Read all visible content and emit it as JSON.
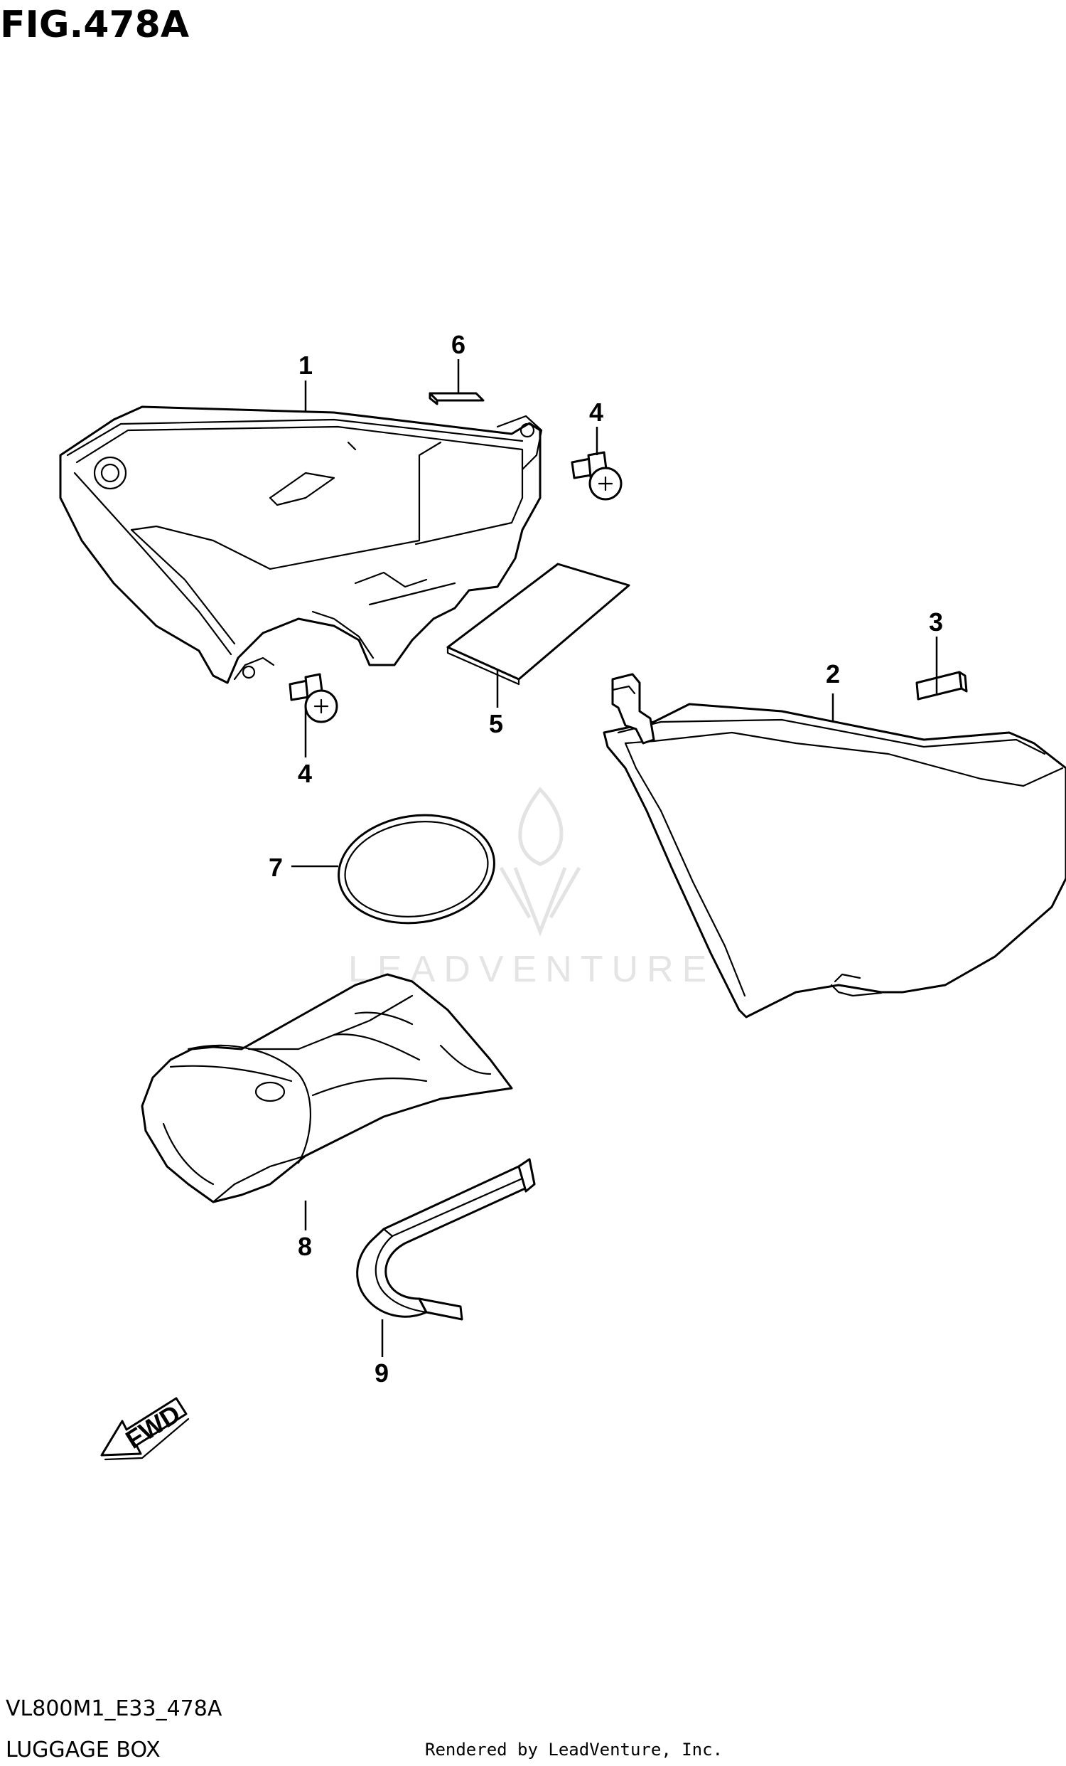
{
  "figure": {
    "title": "FIG.478A",
    "code": "VL800M1_E33_478A",
    "name": "LUGGAGE BOX",
    "rendered_by": "Rendered by LeadVenture, Inc."
  },
  "watermark": {
    "text": "LEADVENTURE"
  },
  "fwd_label": "FWD",
  "callouts": {
    "c1": "1",
    "c2": "2",
    "c3": "3",
    "c4a": "4",
    "c4b": "4",
    "c5": "5",
    "c6": "6",
    "c7": "7",
    "c8": "8",
    "c9": "9"
  }
}
